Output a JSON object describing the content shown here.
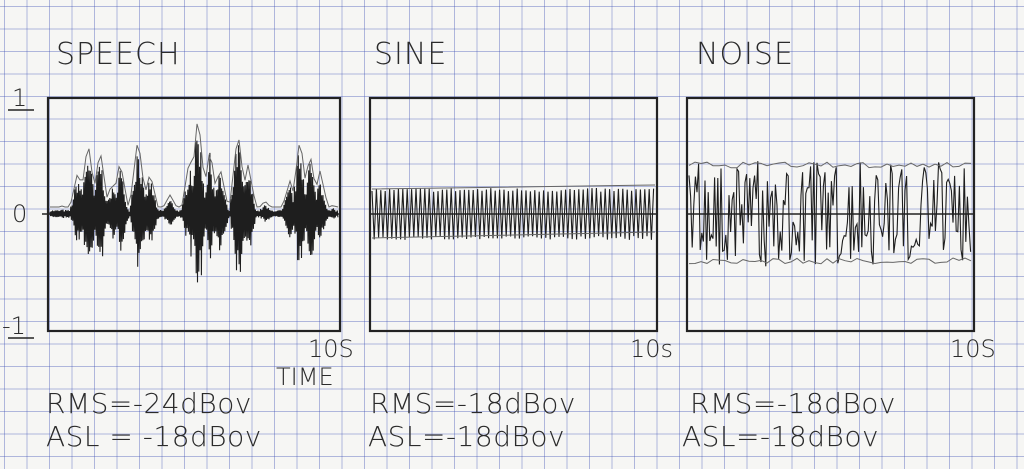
{
  "y_axis": {
    "top": "1",
    "zero": "0",
    "bottom": "-1"
  },
  "panels": [
    {
      "id": "speech",
      "title": "SPEECH",
      "end_time_label": "10S",
      "axis_label": "TIME",
      "rms": "RMS=-24dBov",
      "asl": "ASL = -18dBov"
    },
    {
      "id": "sine",
      "title": "SINE",
      "end_time_label": "10s",
      "rms": "RMS=-18dBov",
      "asl": "ASL=-18dBov"
    },
    {
      "id": "noise",
      "title": "NOISE",
      "end_time_label": "10S",
      "rms": "RMS=-18dBov",
      "asl": "ASL=-18dBov"
    }
  ],
  "colors": {
    "ink": "#222222",
    "grid": "#3c50b4",
    "paper": "#f6f6f4"
  }
}
